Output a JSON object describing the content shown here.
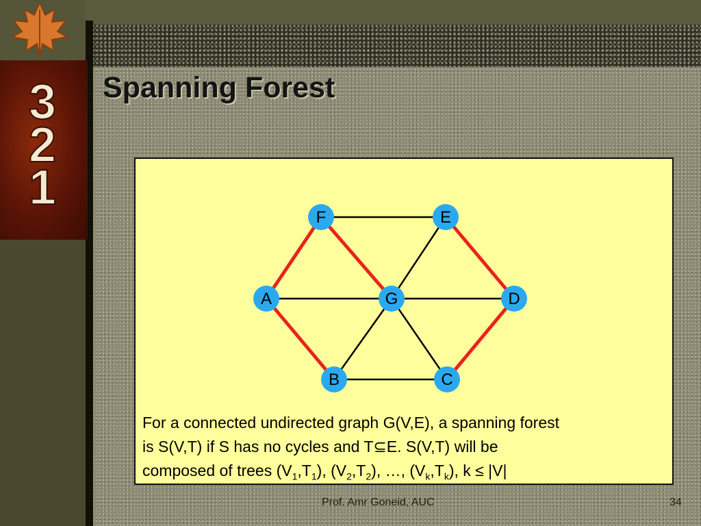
{
  "slide": {
    "title": "Spanning Forest",
    "footer": "Prof. Amr Goneid, AUC",
    "page_number": "34"
  },
  "graph": {
    "nodes": [
      {
        "id": "F",
        "label": "F"
      },
      {
        "id": "E",
        "label": "E"
      },
      {
        "id": "A",
        "label": "A"
      },
      {
        "id": "G",
        "label": "G"
      },
      {
        "id": "D",
        "label": "D"
      },
      {
        "id": "B",
        "label": "B"
      },
      {
        "id": "C",
        "label": "C"
      }
    ],
    "edges": [
      {
        "from": "F",
        "to": "E",
        "in_tree": false
      },
      {
        "from": "F",
        "to": "A",
        "in_tree": true
      },
      {
        "from": "F",
        "to": "G",
        "in_tree": true
      },
      {
        "from": "E",
        "to": "G",
        "in_tree": false
      },
      {
        "from": "E",
        "to": "D",
        "in_tree": true
      },
      {
        "from": "A",
        "to": "G",
        "in_tree": false
      },
      {
        "from": "G",
        "to": "D",
        "in_tree": false
      },
      {
        "from": "A",
        "to": "B",
        "in_tree": true
      },
      {
        "from": "G",
        "to": "B",
        "in_tree": false
      },
      {
        "from": "G",
        "to": "C",
        "in_tree": false
      },
      {
        "from": "D",
        "to": "C",
        "in_tree": true
      },
      {
        "from": "B",
        "to": "C",
        "in_tree": false
      }
    ],
    "colors": {
      "node_fill": "#2aa9f0",
      "tree_edge": "#e8231c",
      "other_edge": "#000000",
      "box_fill": "#fffe9c"
    }
  },
  "description": {
    "line1": "For a connected undirected graph G(V,E), a spanning forest",
    "line2_a": "is S(V,T) if S has no cycles and T",
    "subset_symbol": "⊆",
    "line2_b": "E. S(V,T) will be",
    "line3_a": "composed of trees (V",
    "sub1": "1",
    "t3a": ",T",
    "sub1b": "1",
    "t3b": "), (V",
    "sub2": "2",
    "t3c": ",T",
    "sub2b": "2",
    "t3d": "), …, (V",
    "subk": "k",
    "t3e": ",T",
    "subkb": "k",
    "t3f": "), k ≤ |V|"
  },
  "decor": {
    "badge_digits": [
      "3",
      "2",
      "1"
    ]
  }
}
